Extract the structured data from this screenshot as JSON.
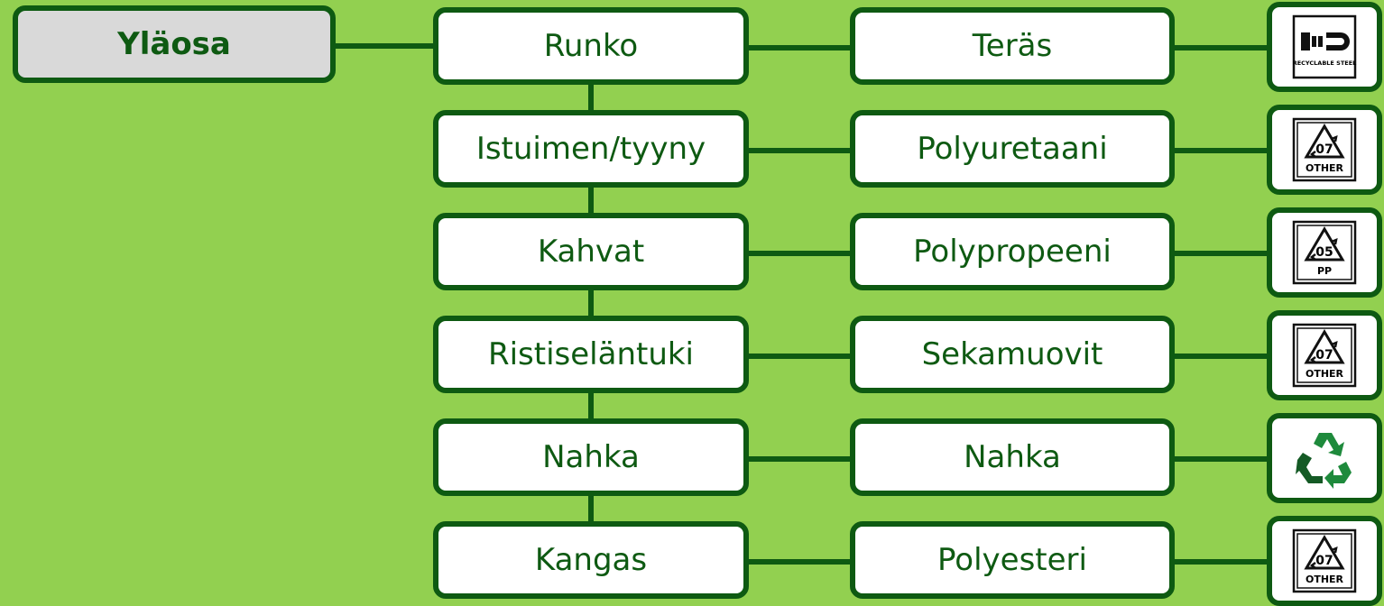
{
  "root": {
    "label": "Yläosa"
  },
  "rows": [
    {
      "part": "Runko",
      "material": "Teräs",
      "icon": "recyclable-steel-icon",
      "icon_text": "RECYCLABLE STEEL"
    },
    {
      "part": "Istuimen/tyyny",
      "material": "Polyuretaani",
      "icon": "plastic-07-other-icon",
      "code": "07",
      "code_label": "OTHER"
    },
    {
      "part": "Kahvat",
      "material": "Polypropeeni",
      "icon": "plastic-05-pp-icon",
      "code": "05",
      "code_label": "PP"
    },
    {
      "part": "Ristiseläntuki",
      "material": "Sekamuovit",
      "icon": "plastic-07-other-icon",
      "code": "07",
      "code_label": "OTHER"
    },
    {
      "part": "Nahka",
      "material": "Nahka",
      "icon": "recycle-arrows-icon"
    },
    {
      "part": "Kangas",
      "material": "Polyesteri",
      "icon": "plastic-07-other-icon",
      "code": "07",
      "code_label": "OTHER"
    }
  ],
  "colors": {
    "background": "#92d050",
    "border": "#0e5a12",
    "root_fill": "#d9d9d9"
  }
}
